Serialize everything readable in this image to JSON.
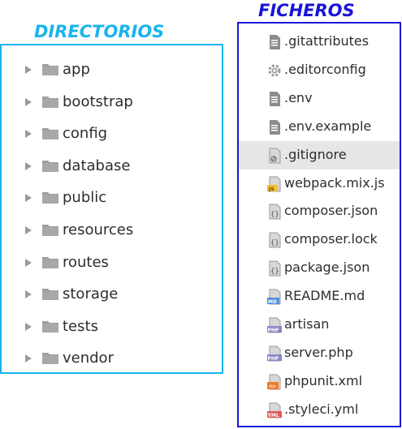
{
  "titles": {
    "directories": "DIRECTORIOS",
    "files": "FICHEROS"
  },
  "colors": {
    "directories_accent": "#1ab4ee",
    "files_accent": "#1a14d8",
    "selected_row": "#e6e6e6"
  },
  "directories": [
    {
      "label": "app",
      "icon": "folder-icon"
    },
    {
      "label": "bootstrap",
      "icon": "folder-icon"
    },
    {
      "label": "config",
      "icon": "folder-icon"
    },
    {
      "label": "database",
      "icon": "folder-icon"
    },
    {
      "label": "public",
      "icon": "folder-icon"
    },
    {
      "label": "resources",
      "icon": "folder-icon"
    },
    {
      "label": "routes",
      "icon": "folder-icon"
    },
    {
      "label": "storage",
      "icon": "folder-icon"
    },
    {
      "label": "tests",
      "icon": "folder-icon"
    },
    {
      "label": "vendor",
      "icon": "folder-icon"
    }
  ],
  "files": [
    {
      "label": ".gitattributes",
      "icon": "text-file-icon",
      "selected": false
    },
    {
      "label": ".editorconfig",
      "icon": "gear-icon",
      "selected": false
    },
    {
      "label": ".env",
      "icon": "text-file-icon",
      "selected": false
    },
    {
      "label": ".env.example",
      "icon": "text-file-icon",
      "selected": false
    },
    {
      "label": ".gitignore",
      "icon": "gitignore-file-icon",
      "selected": true
    },
    {
      "label": "webpack.mix.js",
      "icon": "js-file-icon",
      "selected": false
    },
    {
      "label": "composer.json",
      "icon": "json-file-icon",
      "selected": false
    },
    {
      "label": "composer.lock",
      "icon": "json-file-icon",
      "selected": false
    },
    {
      "label": "package.json",
      "icon": "json-file-icon",
      "selected": false
    },
    {
      "label": "README.md",
      "icon": "md-file-icon",
      "selected": false
    },
    {
      "label": "artisan",
      "icon": "php-file-icon",
      "selected": false
    },
    {
      "label": "server.php",
      "icon": "php-file-icon",
      "selected": false
    },
    {
      "label": "phpunit.xml",
      "icon": "xml-file-icon",
      "selected": false
    },
    {
      "label": ".styleci.yml",
      "icon": "yml-file-icon",
      "selected": false
    }
  ]
}
